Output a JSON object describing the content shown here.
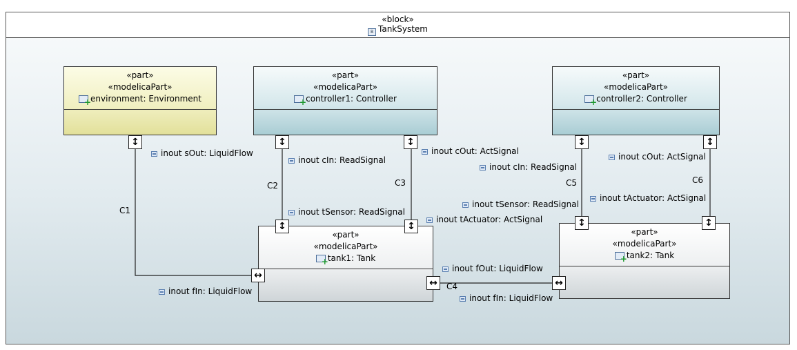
{
  "block": {
    "stereotype": "«block»",
    "name": "TankSystem"
  },
  "parts": {
    "environment": {
      "stereo1": "«part»",
      "stereo2": "«modelicaPart»",
      "name": "environment: Environment"
    },
    "controller1": {
      "stereo1": "«part»",
      "stereo2": "«modelicaPart»",
      "name": "controller1: Controller"
    },
    "controller2": {
      "stereo1": "«part»",
      "stereo2": "«modelicaPart»",
      "name": "controller2: Controller"
    },
    "tank1": {
      "stereo1": "«part»",
      "stereo2": "«modelicaPart»",
      "name": "tank1: Tank"
    },
    "tank2": {
      "stereo1": "«part»",
      "stereo2": "«modelicaPart»",
      "name": "tank2: Tank"
    }
  },
  "ports": {
    "env_sOut": "inout sOut: LiquidFlow",
    "c1_cIn": "inout cIn: ReadSignal",
    "c1_cOut": "inout cOut: ActSignal",
    "c2_cIn": "inout cIn: ReadSignal",
    "c2_cOut": "inout cOut: ActSignal",
    "t1_tSensor": "inout tSensor: ReadSignal",
    "t1_tActuator": "inout tActuator: ActSignal",
    "t1_fIn": "inout fIn: LiquidFlow",
    "t1_fOut": "inout fOut: LiquidFlow",
    "t2_tSensor": "inout tSensor: ReadSignal",
    "t2_tActuator": "inout tActuator: ActSignal",
    "t2_fIn": "inout fIn: LiquidFlow"
  },
  "connectors": {
    "c1": "C1",
    "c2": "C2",
    "c3": "C3",
    "c4": "C4",
    "c5": "C5",
    "c6": "C6"
  },
  "icons": {
    "vertical_port": "up-down-arrow",
    "horizontal_port": "left-right-arrow",
    "port_label": "port-icon",
    "part": "part-icon",
    "block": "block-icon"
  }
}
